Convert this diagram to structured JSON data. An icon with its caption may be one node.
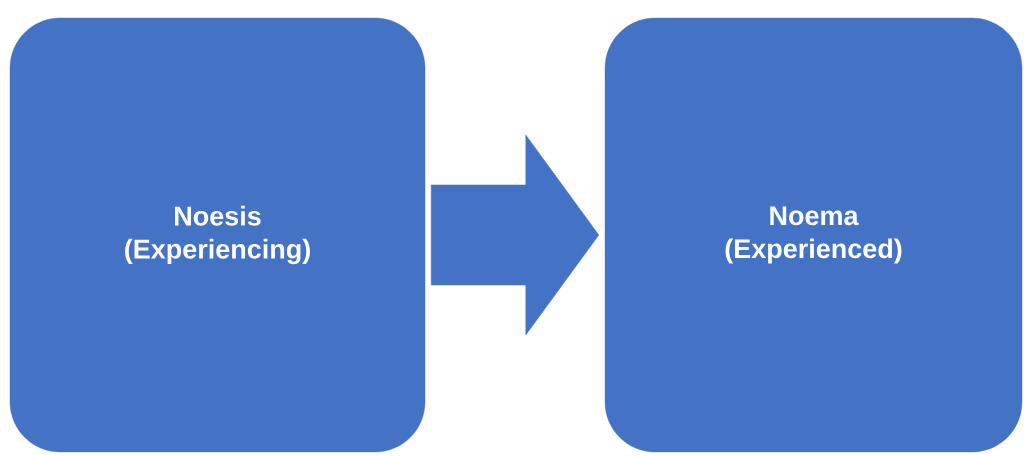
{
  "diagram": {
    "nodes": [
      {
        "text": [
          "Noesis",
          "(Experiencing)"
        ]
      },
      {
        "text": [
          "Noema",
          "(Experienced)"
        ]
      }
    ],
    "edges": [
      {
        "from": 0,
        "to": 1,
        "arrow": "to"
      }
    ]
  }
}
